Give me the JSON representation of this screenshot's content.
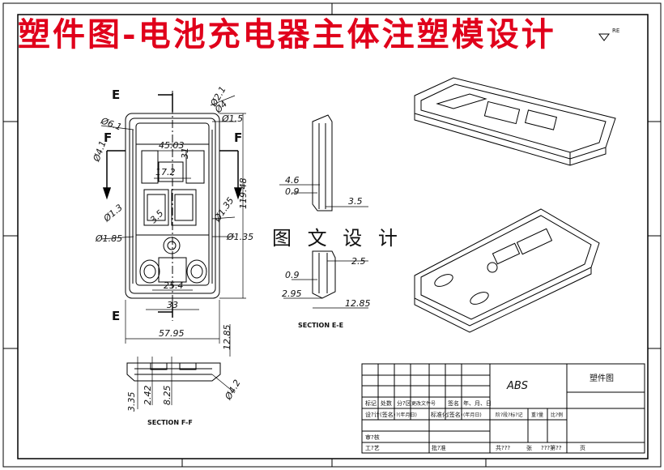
{
  "title": "塑件图-电池充电器主体注塑模设计",
  "subtitle": "图 文 设 计",
  "corner_tag": "RE",
  "section_labels": {
    "e_top": "E",
    "e_bottom": "E",
    "f_left": "F",
    "f_right": "F"
  },
  "dims_front": [
    "Ø6.1",
    "Ø4.1",
    "45.03",
    "31",
    "17.2",
    "3.5",
    "Ø1.3",
    "Ø1.85",
    "Ø2.1",
    "Ø4",
    "Ø1.5",
    "119.48",
    "Ø1.35",
    "Ø1.35",
    "25.4",
    "33",
    "57.95",
    "12.85"
  ],
  "dims_side": [
    "4.6",
    "0.9",
    "3.5",
    "0.9",
    "2.5",
    "2.95",
    "12.85"
  ],
  "dims_ff": [
    "3.35",
    "2.42",
    "8.25",
    "Ø4.2"
  ],
  "section_ee": "SECTION E-E",
  "section_ff": "SECTION F-F",
  "title_block": {
    "material": "ABS",
    "name": "塑件图",
    "row1": [
      "标记",
      "处数",
      "分?区",
      "更改文件号",
      "签名",
      "年、月、日"
    ],
    "row2": [
      "设?计",
      "(签名)",
      "?(年月日)",
      "标准化",
      "(签名)",
      "(年月日)"
    ],
    "stage": [
      "阶?段?标?记",
      "重?量",
      "比?例"
    ],
    "row3": [
      "审?核"
    ],
    "row4": [
      "工?艺",
      "批?准"
    ],
    "bottom": [
      "共???",
      "张",
      "???第??",
      "页"
    ]
  }
}
